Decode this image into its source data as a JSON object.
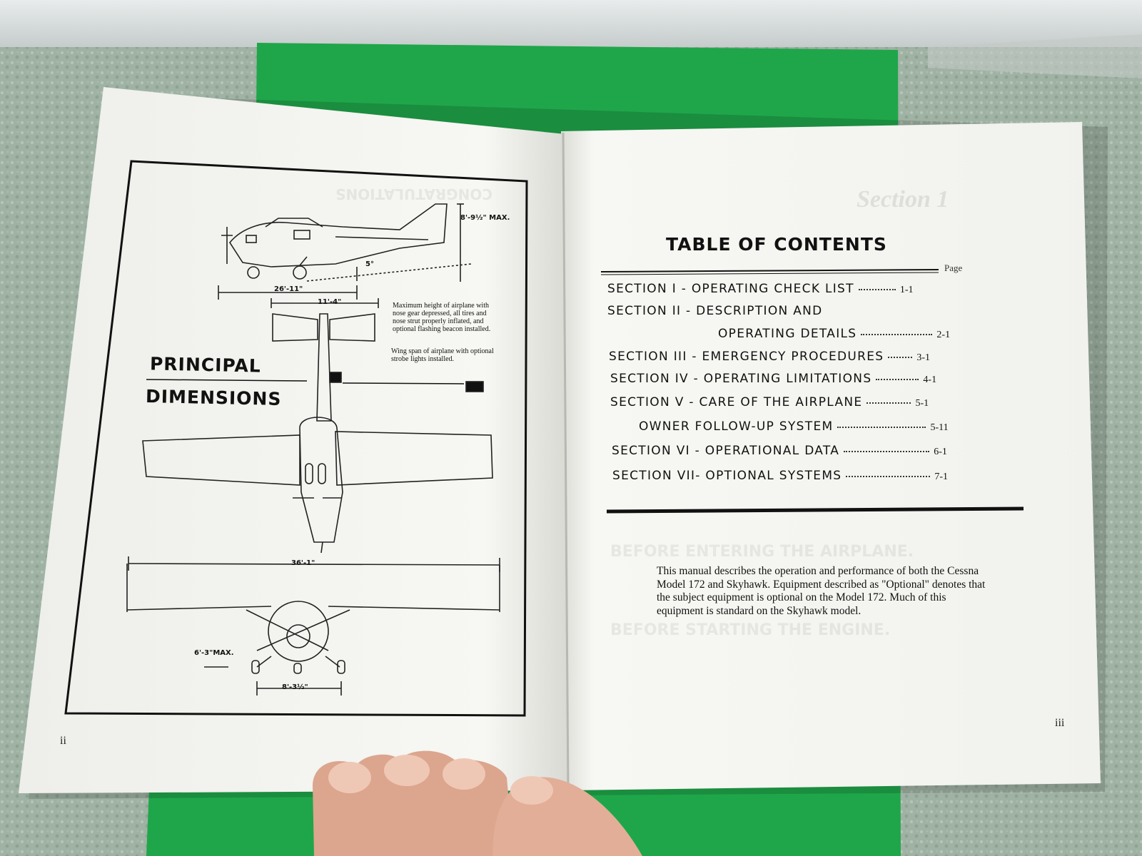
{
  "left_page": {
    "heading_line1": "PRINCIPAL",
    "heading_line2": "DIMENSIONS",
    "dimensions": {
      "max_height": "8'-9½\" MAX.",
      "tail_angle": "5°",
      "length": "26'-11\"",
      "tail_span": "11'-4\"",
      "wing_span": "36'-1\"",
      "gear_height": "6'-3\"MAX.",
      "wheel_track": "8'-3½\""
    },
    "notes": {
      "note1": "Maximum height of airplane with nose gear depressed, all tires and nose strut properly inflated, and optional flashing beacon installed.",
      "note2": "Wing span of airplane with optional strobe lights installed."
    },
    "page_number": "ii"
  },
  "right_page": {
    "title": "TABLE OF CONTENTS",
    "page_column_label": "Page",
    "entries": [
      {
        "label": "SECTION I   - OPERATING CHECK LIST",
        "page": "1-1"
      },
      {
        "label": "SECTION II  - DESCRIPTION AND",
        "page": ""
      },
      {
        "label": "OPERATING DETAILS",
        "page": "2-1"
      },
      {
        "label": "SECTION III - EMERGENCY PROCEDURES",
        "page": "3-1"
      },
      {
        "label": "SECTION IV - OPERATING LIMITATIONS",
        "page": "4-1"
      },
      {
        "label": "SECTION V   - CARE OF THE AIRPLANE",
        "page": "5-1"
      },
      {
        "label": "OWNER FOLLOW-UP SYSTEM",
        "page": "5-11"
      },
      {
        "label": "SECTION VI - OPERATIONAL DATA",
        "page": "6-1"
      },
      {
        "label": "SECTION VII- OPTIONAL SYSTEMS",
        "page": "7-1"
      }
    ],
    "intro_text": "This manual describes the operation and performance of both the Cessna Model 172 and Skyhawk.  Equipment described as \"Optional\" denotes that the subject equipment is optional on the Model 172.  Much of this equipment is standard on the Skyhawk model.",
    "page_number": "iii"
  },
  "colors": {
    "carpet": "#9fb2a3",
    "green_folder": "#1fa64a",
    "paper": "#f6f6f2",
    "ink": "#111111"
  }
}
